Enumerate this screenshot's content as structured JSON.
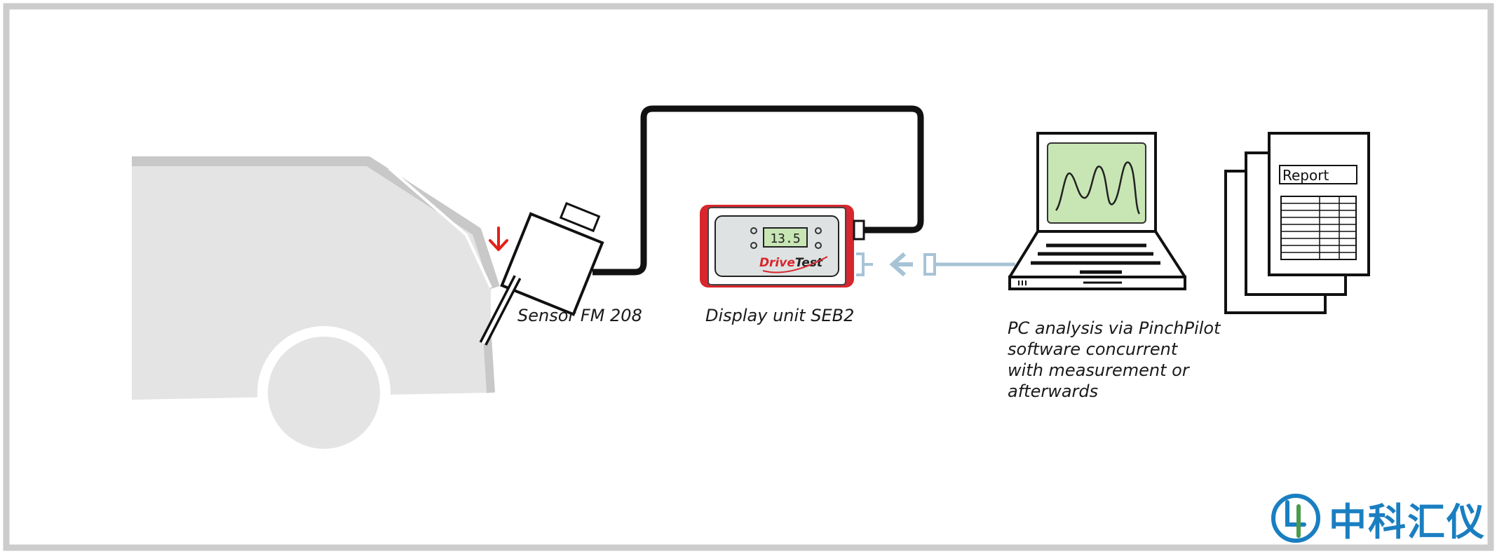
{
  "labels": {
    "sensor": "Sensor FM 208",
    "display": "Display unit SEB2",
    "pc": [
      "PC analysis via PinchPilot",
      "software concurrent",
      "with measurement or",
      "afterwards"
    ]
  },
  "device": {
    "reading": "13.5",
    "brand_part1": "Drive",
    "brand_part2": "Test"
  },
  "report": {
    "title": "Report"
  },
  "watermark": {
    "text": "中科汇仪"
  },
  "colors": {
    "car": "#e4e4e4",
    "car_outline": "#c8c8c8",
    "frame": "#cccccc",
    "arrow_red": "#e32119",
    "device_red": "#d7262e",
    "screen_green": "#c8e6b4",
    "cable": "#111111",
    "link_blue": "#a7c3d6",
    "brand_blue": "#1a7fc1",
    "brand_green": "#4a9b49"
  }
}
